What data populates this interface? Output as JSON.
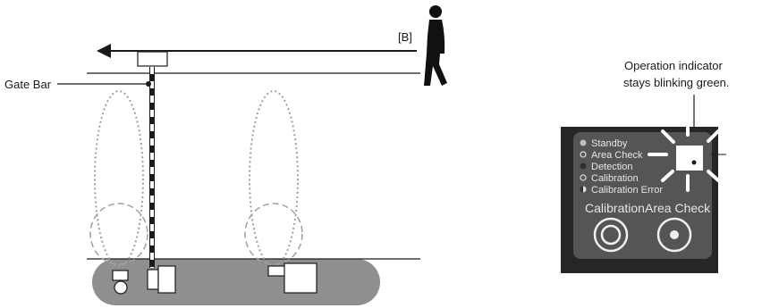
{
  "direction_label": "[B]",
  "gate_bar_label": "Gate Bar",
  "operation_note": {
    "line1": "Operation indicator",
    "line2": "stays blinking green."
  },
  "panel": {
    "indicators": [
      {
        "label": "Standby",
        "icon": "filled-gray-dot-icon"
      },
      {
        "label": "Area Check",
        "icon": "hollow-ring-icon"
      },
      {
        "label": "Detection",
        "icon": "dark-dot-icon"
      },
      {
        "label": "Calibration",
        "icon": "hollow-ring-icon"
      },
      {
        "label": "Calibration Error",
        "icon": "half-filled-dot-icon"
      }
    ],
    "calibration_label": "Calibration",
    "area_check_label": "Area Check"
  },
  "colors": {
    "ground": "#8f8f8f",
    "panel_dark": "#262626",
    "panel_inner": "#555555",
    "blink_indicator": "#ffffff"
  }
}
